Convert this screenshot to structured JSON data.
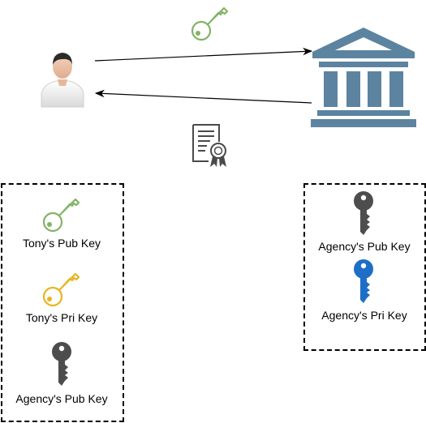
{
  "colors": {
    "pub_key_green": "#82B366",
    "pri_key_yellow": "#E8B51F",
    "agency_key_dark": "#4D4D4D",
    "agency_pri_key_blue": "#1E6EC8",
    "bank_blue": "#5C84A0",
    "arrow": "#000000"
  },
  "top": {
    "transit_key_icon": "green-key-icon",
    "user_icon": "person-avatar-icon",
    "agency_icon": "bank-building-icon",
    "certificate_icon": "certificate-icon"
  },
  "left_box": {
    "items": [
      {
        "icon": "green-key-icon",
        "label": "Tony's Pub Key"
      },
      {
        "icon": "yellow-key-icon",
        "label": "Tony's Pri Key"
      },
      {
        "icon": "dark-key-icon",
        "label": "Agency's Pub Key"
      }
    ]
  },
  "right_box": {
    "items": [
      {
        "icon": "dark-key-icon",
        "label": "Agency's Pub Key"
      },
      {
        "icon": "blue-key-icon",
        "label": "Agency's Pri Key"
      }
    ]
  }
}
